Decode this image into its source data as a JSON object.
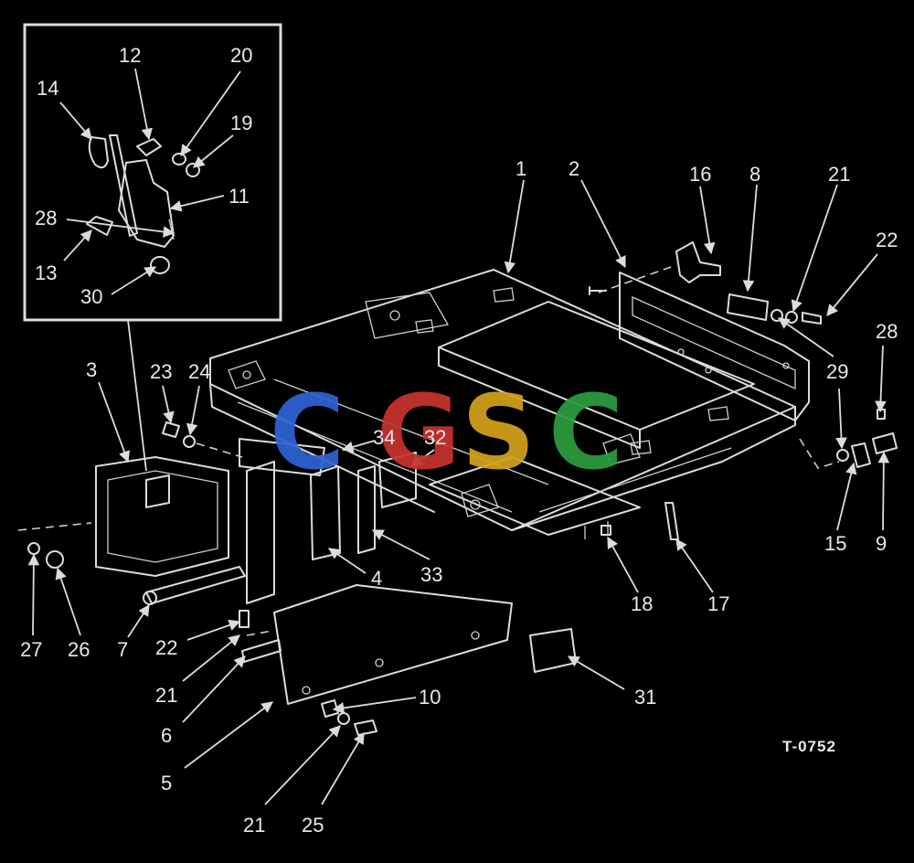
{
  "figure_id": "T-0752",
  "watermark": {
    "text": "CGSC",
    "colors": [
      "#2f64d6",
      "#c8332d",
      "#d2a21b",
      "#2c9c3f"
    ]
  },
  "callouts": [
    "1",
    "2",
    "3",
    "4",
    "5",
    "6",
    "7",
    "8",
    "9",
    "10",
    "11",
    "12",
    "13",
    "14",
    "15",
    "16",
    "17",
    "18",
    "19",
    "20",
    "21",
    "22",
    "23",
    "24",
    "25",
    "26",
    "27",
    "28",
    "29",
    "30",
    "31",
    "32",
    "33",
    "34"
  ]
}
